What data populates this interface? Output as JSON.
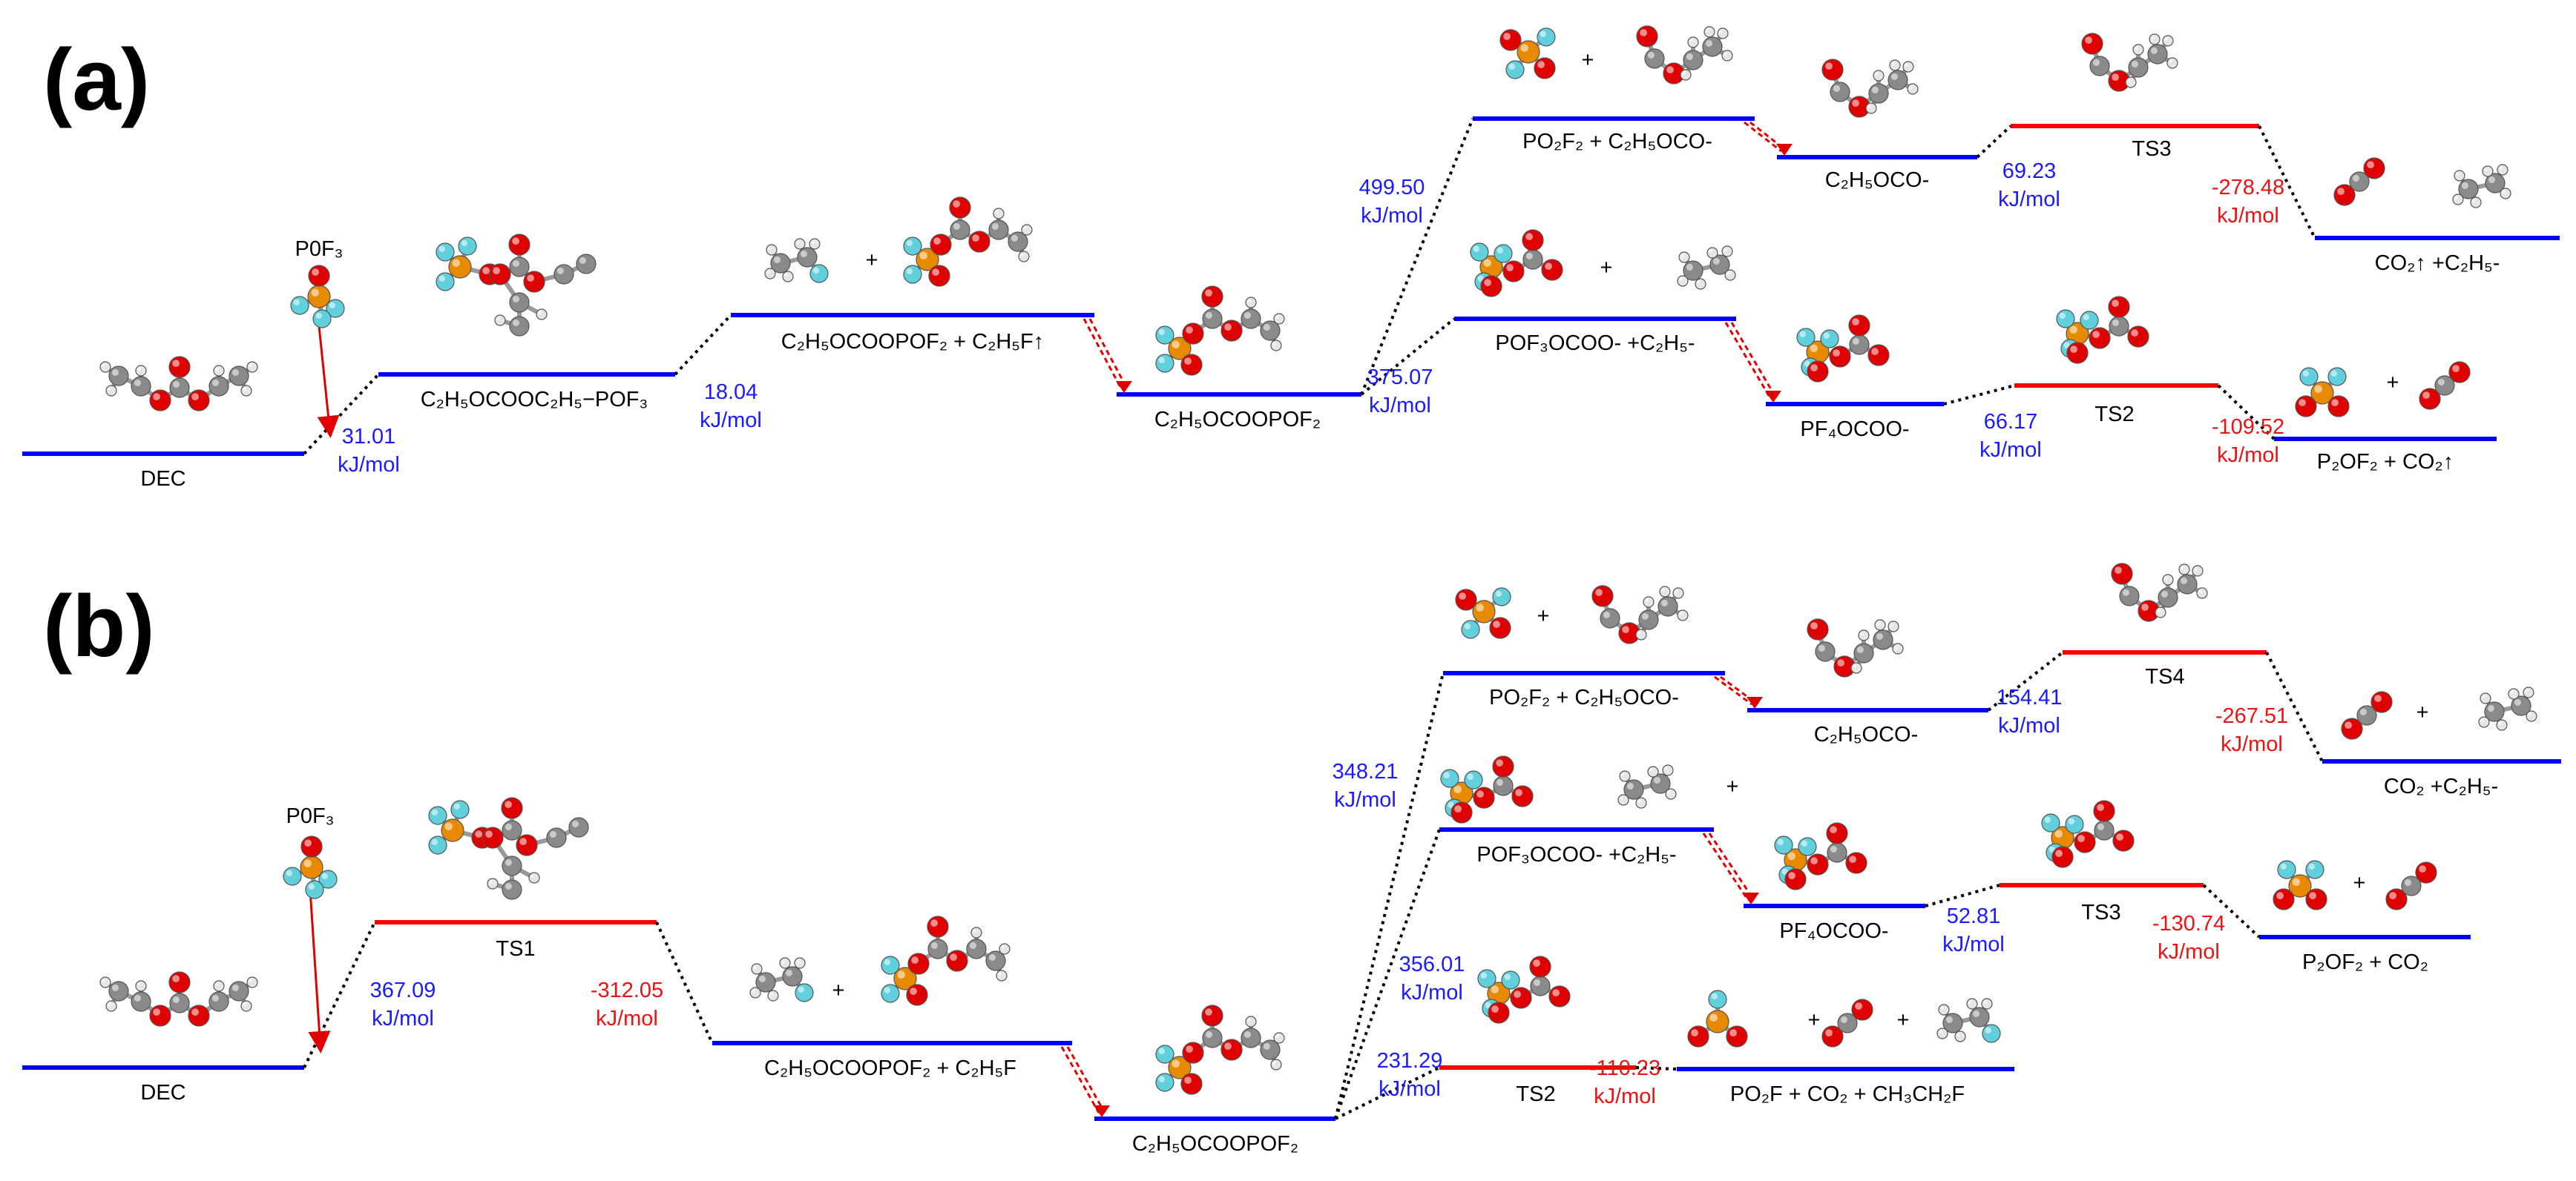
{
  "panels": [
    {
      "label": "(a)",
      "levels": [
        {
          "id": "a-dec",
          "label": "DEC",
          "color": "blue"
        },
        {
          "id": "a-cmplx",
          "label": "C₂H₅OCOOC₂H₅−POF₃",
          "color": "blue"
        },
        {
          "id": "a-inter",
          "label": "C₂H₅OCOOPOF₂ + C₂H₅F↑",
          "color": "blue"
        },
        {
          "id": "a-c2h5ocoopof2",
          "label": "C₂H₅OCOOPOF₂",
          "color": "blue"
        },
        {
          "id": "a-po2f2",
          "label": "PO₂F₂ + C₂H₅OCO-",
          "color": "blue"
        },
        {
          "id": "a-c2h5oco",
          "label": "C₂H₅OCO-",
          "color": "blue"
        },
        {
          "id": "a-ts3",
          "label": "TS3",
          "color": "red"
        },
        {
          "id": "a-co2c2h5",
          "label": "CO₂↑ +C₂H₅-",
          "color": "blue"
        },
        {
          "id": "a-pof3ocoo",
          "label": "POF₃OCOO- +C₂H₅-",
          "color": "blue"
        },
        {
          "id": "a-pf4ocoo",
          "label": "PF₄OCOO-",
          "color": "blue"
        },
        {
          "id": "a-ts2",
          "label": "TS2",
          "color": "red"
        },
        {
          "id": "a-p2of2",
          "label": "P₂OF₂ + CO₂↑",
          "color": "blue"
        }
      ],
      "reagent": "P0F₃",
      "energies": [
        {
          "value": "31.01",
          "unit": "kJ/mol",
          "color": "blue"
        },
        {
          "value": "18.04",
          "unit": "kJ/mol",
          "color": "blue"
        },
        {
          "value": "499.50",
          "unit": "kJ/mol",
          "color": "blue"
        },
        {
          "value": "375.07",
          "unit": "kJ/mol",
          "color": "blue"
        },
        {
          "value": "69.23",
          "unit": "kJ/mol",
          "color": "blue"
        },
        {
          "value": "-278.48",
          "unit": "kJ/mol",
          "color": "red"
        },
        {
          "value": "66.17",
          "unit": "kJ/mol",
          "color": "blue"
        },
        {
          "value": "-109.52",
          "unit": "kJ/mol",
          "color": "red"
        }
      ]
    },
    {
      "label": "(b)",
      "levels": [
        {
          "id": "b-dec",
          "label": "DEC",
          "color": "blue"
        },
        {
          "id": "b-ts1",
          "label": "TS1",
          "color": "red"
        },
        {
          "id": "b-inter",
          "label": "C₂H₅OCOOPOF₂ + C₂H₅F",
          "color": "blue"
        },
        {
          "id": "b-c2h5ocoopof2",
          "label": "C₂H₅OCOOPOF₂",
          "color": "blue"
        },
        {
          "id": "b-po2f2",
          "label": "PO₂F₂ + C₂H₅OCO-",
          "color": "blue"
        },
        {
          "id": "b-c2h5oco",
          "label": "C₂H₅OCO-",
          "color": "blue"
        },
        {
          "id": "b-ts4",
          "label": "TS4",
          "color": "red"
        },
        {
          "id": "b-co2c2h5",
          "label": "CO₂ +C₂H₅-",
          "color": "blue"
        },
        {
          "id": "b-pof3ocoo",
          "label": "POF₃OCOO- +C₂H₅-",
          "color": "blue"
        },
        {
          "id": "b-pf4ocoo",
          "label": "PF₄OCOO-",
          "color": "blue"
        },
        {
          "id": "b-ts3",
          "label": "TS3",
          "color": "red"
        },
        {
          "id": "b-p2of2",
          "label": "P₂OF₂ + CO₂",
          "color": "blue"
        },
        {
          "id": "b-ts2",
          "label": "TS2",
          "color": "red"
        },
        {
          "id": "b-pof",
          "label": "PO₂F + CO₂ + CH₃CH₂F",
          "color": "blue"
        }
      ],
      "reagent": "P0F₃",
      "energies": [
        {
          "value": "367.09",
          "unit": "kJ/mol",
          "color": "blue"
        },
        {
          "value": "-312.05",
          "unit": "kJ/mol",
          "color": "red"
        },
        {
          "value": "348.21",
          "unit": "kJ/mol",
          "color": "blue"
        },
        {
          "value": "154.41",
          "unit": "kJ/mol",
          "color": "blue"
        },
        {
          "value": "-267.51",
          "unit": "kJ/mol",
          "color": "red"
        },
        {
          "value": "52.81",
          "unit": "kJ/mol",
          "color": "blue"
        },
        {
          "value": "-130.74",
          "unit": "kJ/mol",
          "color": "red"
        },
        {
          "value": "356.01",
          "unit": "kJ/mol",
          "color": "blue"
        },
        {
          "value": "231.29",
          "unit": "kJ/mol",
          "color": "blue"
        },
        {
          "value": "-110.23",
          "unit": "kJ/mol",
          "color": "red"
        }
      ]
    }
  ],
  "colors": {
    "blue": "#0000ff",
    "red": "#ff0000",
    "energy_blue": "#1a1aff",
    "energy_red": "#ee1111",
    "connector": "#000000",
    "carbon": "#8a8a8a",
    "oxygen": "#e00000",
    "phosphorus": "#e88a00",
    "fluorine": "#5fd0dc",
    "hydrogen": "#e6e6e6"
  },
  "icons": [
    "molecule-dec",
    "molecule-pof3",
    "molecule-complex",
    "molecule-c2h5f",
    "molecule-c2h5ocoopof2",
    "molecule-po2f2",
    "molecule-c2h5oco",
    "molecule-co2",
    "molecule-c2h5",
    "molecule-pof3ocoo",
    "molecule-pf4ocoo",
    "molecule-p2of2",
    "molecule-ts"
  ]
}
